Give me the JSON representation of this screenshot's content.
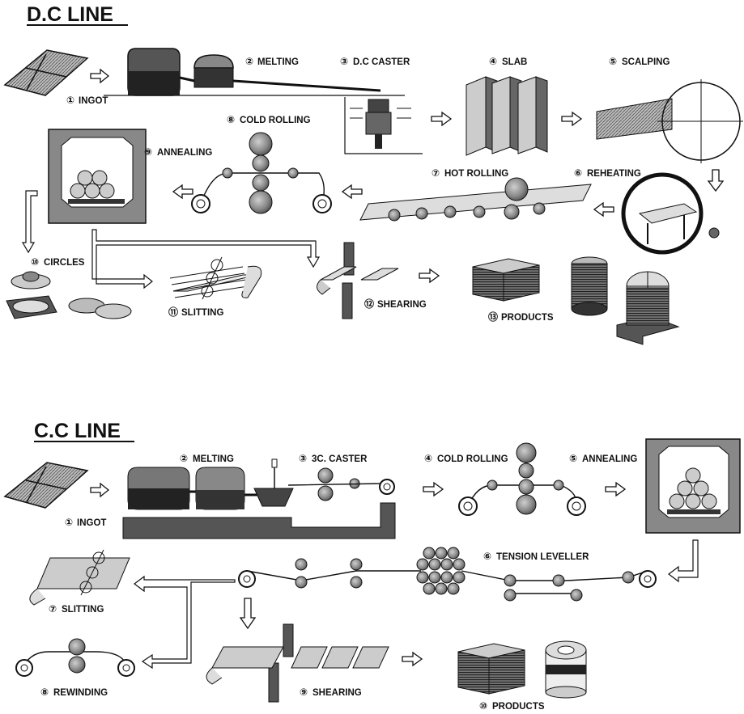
{
  "dc_line": {
    "title": "D.C LINE",
    "steps": [
      {
        "num": "①",
        "label": "INGOT"
      },
      {
        "num": "②",
        "label": "MELTING"
      },
      {
        "num": "③",
        "label": "D.C CASTER"
      },
      {
        "num": "④",
        "label": "SLAB"
      },
      {
        "num": "⑤",
        "label": "SCALPING"
      },
      {
        "num": "⑥",
        "label": "REHEATING"
      },
      {
        "num": "⑦",
        "label": "HOT ROLLING"
      },
      {
        "num": "⑧",
        "label": "COLD ROLLING"
      },
      {
        "num": "⑨",
        "label": "ANNEALING"
      },
      {
        "num": "⑩",
        "label": "CIRCLES"
      },
      {
        "num": "⑪",
        "label": "SLITTING"
      },
      {
        "num": "⑫",
        "label": "SHEARING"
      },
      {
        "num": "⑬",
        "label": "PRODUCTS"
      }
    ]
  },
  "cc_line": {
    "title": "C.C LINE",
    "steps": [
      {
        "num": "①",
        "label": "INGOT"
      },
      {
        "num": "②",
        "label": "MELTING"
      },
      {
        "num": "③",
        "label": "3C. CASTER"
      },
      {
        "num": "④",
        "label": "COLD ROLLING"
      },
      {
        "num": "⑤",
        "label": "ANNEALING"
      },
      {
        "num": "⑥",
        "label": "TENSION LEVELLER"
      },
      {
        "num": "⑦",
        "label": "SLITTING"
      },
      {
        "num": "⑧",
        "label": "REWINDING"
      },
      {
        "num": "⑨",
        "label": "SHEARING"
      },
      {
        "num": "⑩",
        "label": "PRODUCTS"
      }
    ]
  }
}
